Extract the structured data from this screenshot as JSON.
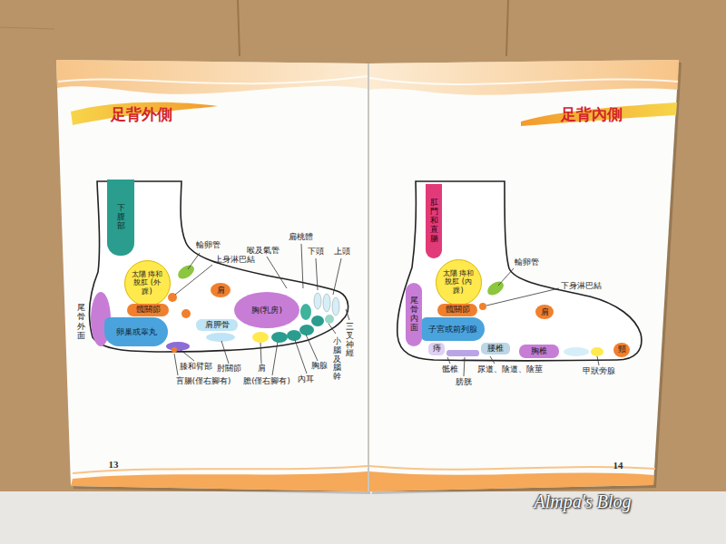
{
  "diagram": {
    "nodes": [
      {
        "text": [
          "下腹部"
        ]
      },
      {
        "text": [
          "太陽 痔和脫肛 (外踝)"
        ]
      },
      {
        "text": [
          "髖關節"
        ]
      },
      {
        "text": [
          "卵巢或睾丸"
        ]
      },
      {
        "text": [
          "肩"
        ]
      },
      {
        "text": [
          "胸(乳房)"
        ]
      },
      {
        "text": [
          "肩胛骨"
        ]
      },
      {
        "text": [
          "肛門和直腸"
        ]
      },
      {
        "text": [
          "太陽 痔和脫肛 (內踝)"
        ]
      },
      {
        "text": [
          "髖關節"
        ]
      },
      {
        "text": [
          "子宮或前列腺"
        ]
      },
      {
        "text": [
          "尾骨內面"
        ]
      },
      {
        "text": [
          "痔"
        ]
      },
      {
        "text": [
          "腰椎"
        ]
      },
      {
        "text": [
          "胸椎"
        ]
      },
      {
        "text": [
          "頸"
        ]
      },
      {
        "text": [
          "肩"
        ]
      }
    ],
    "labels": [
      "足背外側",
      "輸卵管",
      "上身淋巴結",
      "喉及氣管",
      "扁桃體",
      "下頭",
      "上頭",
      "尾骨外面",
      "三叉神經",
      "小腦及腦幹",
      "膝和臂部",
      "肘關節",
      "肩",
      "胸腺",
      "盲腸(僅右腳有)",
      "膽(僅右腳有)",
      "內耳",
      "13",
      "足背內側",
      "輸卵管",
      "下身淋巴結",
      "骶椎",
      "尿道、陰道、陰莖",
      "甲狀旁腺",
      "膀胱",
      "14",
      "Almpa's Blog"
    ]
  }
}
